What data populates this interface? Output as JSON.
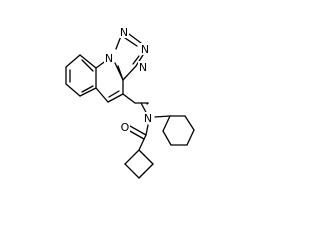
{
  "atom_labels": {
    "n_ring1": "N",
    "n_ring2": "N",
    "n_ring3": "N",
    "n_ring4": "N",
    "o_carbonyl": "O",
    "n_amide": "N"
  },
  "colors": {
    "bond": "#000000",
    "label": "#000000",
    "background": "#ffffff"
  }
}
